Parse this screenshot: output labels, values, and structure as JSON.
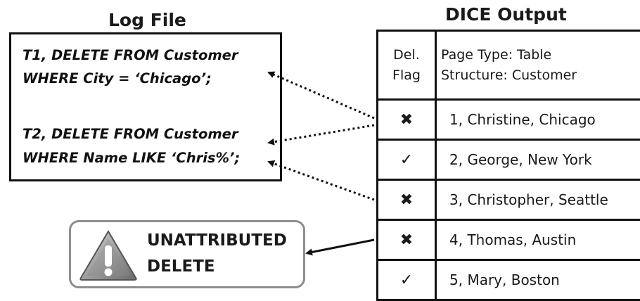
{
  "log_file": {
    "title": "Log File",
    "lines": [
      "T1, DELETE FROM Customer",
      "WHERE City = ‘Chicago’;",
      "T2, DELETE FROM Customer",
      "WHERE Name LIKE ‘Chris%’;"
    ]
  },
  "dice_output": {
    "title": "DICE Output",
    "header_flag": [
      "Del.",
      "Flag"
    ],
    "header_info": [
      "Page Type: Table",
      "Structure: Customer"
    ],
    "rows": [
      {
        "flag": "✖",
        "record": "1, Christine, Chicago"
      },
      {
        "flag": "✓",
        "record": "2, George, New York"
      },
      {
        "flag": "✖",
        "record": "3, Christopher, Seattle"
      },
      {
        "flag": "✖",
        "record": "4, Thomas, Austin"
      },
      {
        "flag": "✓",
        "record": "5, Mary, Boston"
      }
    ]
  },
  "callout": {
    "lines": [
      "UNATTRIBUTED",
      "DELETE"
    ],
    "icon": "warning-icon"
  }
}
